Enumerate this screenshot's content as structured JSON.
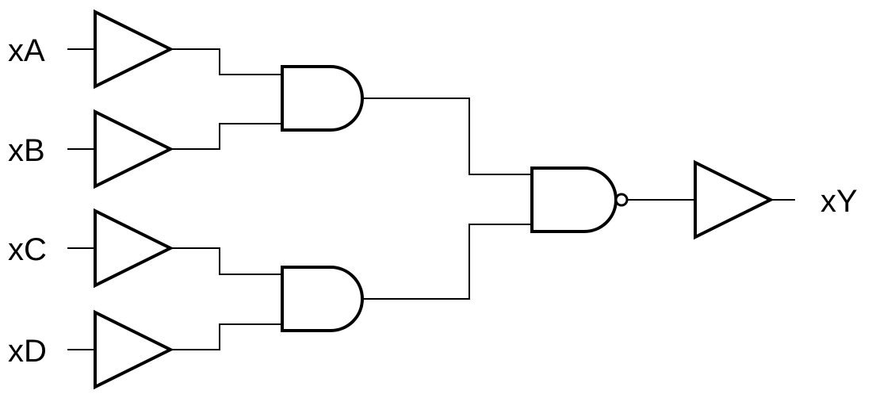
{
  "colors": {
    "background": "#ffffff",
    "line": "#000000"
  },
  "labels": {
    "input_a": "xA",
    "input_b": "xB",
    "input_c": "xC",
    "input_d": "xD",
    "output_y": "xY"
  },
  "circuit": {
    "type": "logic-gate-schematic",
    "inputs": [
      "xA",
      "xB",
      "xC",
      "xD"
    ],
    "output": "xY",
    "gates": [
      {
        "id": "buffer-a",
        "type": "BUFFER",
        "inputs": [
          "xA"
        ]
      },
      {
        "id": "buffer-b",
        "type": "BUFFER",
        "inputs": [
          "xB"
        ]
      },
      {
        "id": "buffer-c",
        "type": "BUFFER",
        "inputs": [
          "xC"
        ]
      },
      {
        "id": "buffer-d",
        "type": "BUFFER",
        "inputs": [
          "xD"
        ]
      },
      {
        "id": "and-1",
        "type": "AND",
        "inputs": [
          "buffer-a",
          "buffer-b"
        ]
      },
      {
        "id": "and-2",
        "type": "AND",
        "inputs": [
          "buffer-c",
          "buffer-d"
        ]
      },
      {
        "id": "nand-1",
        "type": "NAND",
        "inputs": [
          "and-1",
          "and-2"
        ]
      },
      {
        "id": "buffer-y",
        "type": "BUFFER",
        "inputs": [
          "nand-1"
        ],
        "drives": "xY"
      }
    ]
  }
}
